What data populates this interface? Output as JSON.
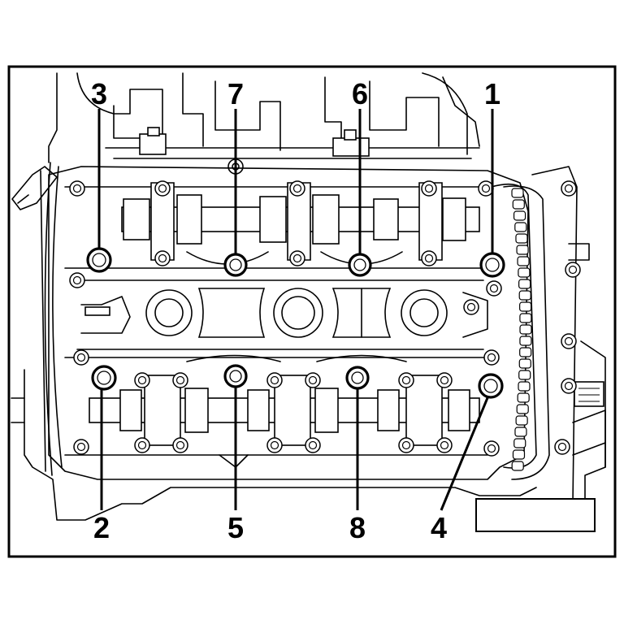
{
  "diagram": {
    "callouts": [
      {
        "id": "1",
        "label": "1"
      },
      {
        "id": "2",
        "label": "2"
      },
      {
        "id": "3",
        "label": "3"
      },
      {
        "id": "4",
        "label": "4"
      },
      {
        "id": "5",
        "label": "5"
      },
      {
        "id": "6",
        "label": "6"
      },
      {
        "id": "7",
        "label": "7"
      },
      {
        "id": "8",
        "label": "8"
      }
    ],
    "reference_box_text": ""
  }
}
